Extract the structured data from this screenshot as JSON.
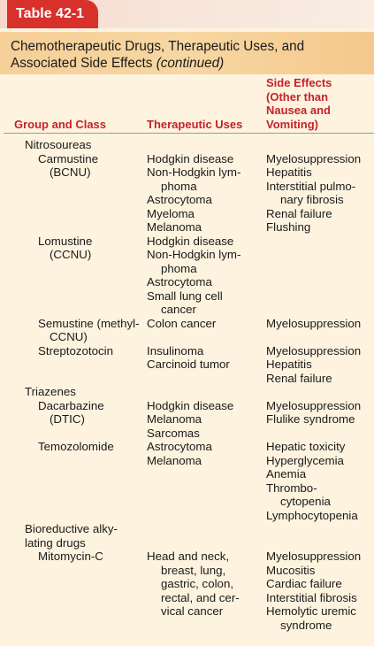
{
  "table_label": "Table 42-1",
  "heading": {
    "line1": "Chemotherapeutic Drugs, Therapeutic Uses, and",
    "line2_prefix": "Associated Side Effects ",
    "line2_italic": "(continued)"
  },
  "columns": {
    "group": "Group and Class",
    "uses": "Therapeutic Uses",
    "side_effects": [
      "Side Effects",
      "(Other than",
      "Nausea and",
      "Vomiting)"
    ]
  },
  "rows": [
    {
      "group": "Nitrosoureas",
      "uses": "",
      "effects": ""
    },
    {
      "group": "Carmustine",
      "uses": "Hodgkin disease",
      "effects": "Myelosuppression"
    },
    {
      "group": "(BCNU)",
      "uses": "Non-Hodgkin lym-",
      "effects": "Hepatitis"
    },
    {
      "group": "",
      "uses": "phoma",
      "effects": "Interstitial pulmo-"
    },
    {
      "group": "",
      "uses": "Astrocytoma",
      "effects": "nary fibrosis"
    },
    {
      "group": "",
      "uses": "Myeloma",
      "effects": "Renal failure"
    },
    {
      "group": "",
      "uses": "Melanoma",
      "effects": "Flushing"
    },
    {
      "group": "Lomustine",
      "uses": "Hodgkin disease",
      "effects": ""
    },
    {
      "group": "(CCNU)",
      "uses": "Non-Hodgkin lym-",
      "effects": ""
    },
    {
      "group": "",
      "uses": "phoma",
      "effects": ""
    },
    {
      "group": "",
      "uses": "Astrocytoma",
      "effects": ""
    },
    {
      "group": "",
      "uses": "Small lung cell",
      "effects": ""
    },
    {
      "group": "",
      "uses": "cancer",
      "effects": ""
    },
    {
      "group": "Semustine (methyl-",
      "uses": "Colon cancer",
      "effects": "Myelosuppression"
    },
    {
      "group": "CCNU)",
      "uses": "",
      "effects": ""
    },
    {
      "group": "Streptozotocin",
      "uses": "Insulinoma",
      "effects": "Myelosuppression"
    },
    {
      "group": "",
      "uses": "Carcinoid tumor",
      "effects": "Hepatitis"
    },
    {
      "group": "",
      "uses": "",
      "effects": "Renal failure"
    },
    {
      "group": "Triazenes",
      "uses": "",
      "effects": ""
    },
    {
      "group": "Dacarbazine",
      "uses": "Hodgkin disease",
      "effects": "Myelosuppression"
    },
    {
      "group": "(DTIC)",
      "uses": "Melanoma",
      "effects": "Flulike syndrome"
    },
    {
      "group": "",
      "uses": "Sarcomas",
      "effects": ""
    },
    {
      "group": "Temozolomide",
      "uses": "Astrocytoma",
      "effects": "Hepatic toxicity"
    },
    {
      "group": "",
      "uses": "Melanoma",
      "effects": "Hyperglycemia"
    },
    {
      "group": "",
      "uses": "",
      "effects": "Anemia"
    },
    {
      "group": "",
      "uses": "",
      "effects": "Thrombo-"
    },
    {
      "group": "",
      "uses": "",
      "effects": "cytopenia"
    },
    {
      "group": "",
      "uses": "",
      "effects": "Lymphocytopenia"
    },
    {
      "group": "Bioreductive alky-",
      "uses": "",
      "effects": ""
    },
    {
      "group": "lating drugs",
      "uses": "",
      "effects": ""
    },
    {
      "group": "Mitomycin-C",
      "uses": "Head and neck,",
      "effects": "Myelosuppression"
    },
    {
      "group": "",
      "uses": "breast, lung,",
      "effects": "Mucositis"
    },
    {
      "group": "",
      "uses": "gastric, colon,",
      "effects": "Cardiac failure"
    },
    {
      "group": "",
      "uses": "rectal, and cer-",
      "effects": "Interstitial fibrosis"
    },
    {
      "group": "",
      "uses": "vical cancer",
      "effects": "Hemolytic uremic"
    },
    {
      "group": "",
      "uses": "",
      "effects": "syndrome"
    }
  ],
  "colors": {
    "tab_red": "#d8312c",
    "heading_band": "#f5cf98",
    "body_bg": "#fdf3df",
    "column_header_red": "#c4222b"
  }
}
